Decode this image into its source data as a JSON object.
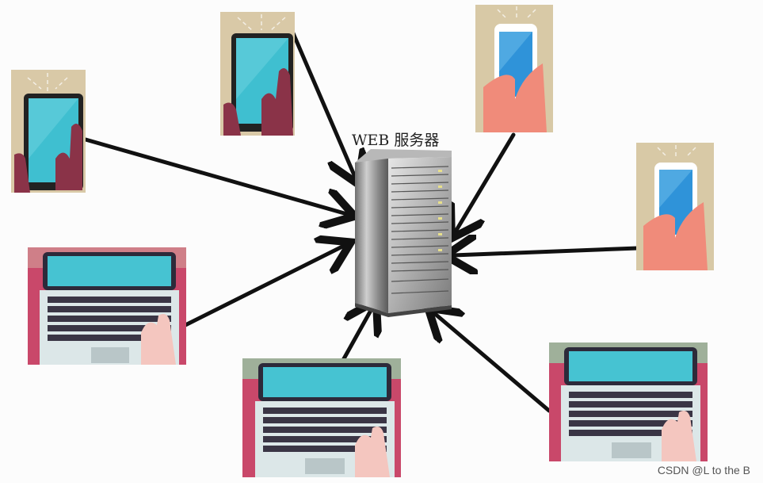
{
  "diagram": {
    "server_label": "WEB 服务器",
    "watermark": "CSDN @L to the B",
    "clients": [
      {
        "kind": "tablet",
        "icon": "tablet-icon"
      },
      {
        "kind": "tablet",
        "icon": "tablet-icon"
      },
      {
        "kind": "phone",
        "icon": "phone-icon"
      },
      {
        "kind": "phone",
        "icon": "phone-icon"
      },
      {
        "kind": "laptop",
        "icon": "laptop-icon"
      },
      {
        "kind": "laptop",
        "icon": "laptop-icon"
      },
      {
        "kind": "laptop",
        "icon": "laptop-icon"
      }
    ],
    "colors": {
      "arrow": "#111111",
      "tablet_bg": "#d9c9a7",
      "tablet_screen": "#3fbfd0",
      "phone_bg": "#d8c9a6",
      "phone_screen": "#2f93d9",
      "laptop_bg": "#c9486a",
      "laptop_screen": "#46c3d2",
      "server": "#8f8f8f"
    }
  }
}
